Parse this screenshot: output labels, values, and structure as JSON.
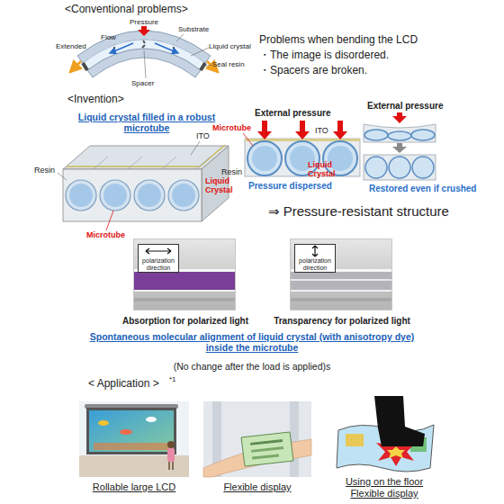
{
  "diagram": {
    "nodes": [
      {
        "text": [
          "Absorption for polarized light"
        ]
      },
      {
        "text": [
          "polarization direction"
        ],
        "in": 0
      },
      {
        "text": [
          "Transparency for polarized light"
        ]
      },
      {
        "text": [
          "polarization direction"
        ],
        "in": 2
      },
      {
        "text": [
          "Rollable large LCD"
        ]
      },
      {
        "text": [
          "Flexible display"
        ]
      },
      {
        "text": [
          "Using on the floor Flexible display"
        ]
      }
    ],
    "labels": [
      "<Conventional problems>",
      "Pressure",
      "Flow",
      "Extended",
      "Substrate",
      "Liquid crystal",
      "Seal resin",
      "Spacer",
      "Problems when bending the LCD",
      "・The image is disordered.",
      "・Spacers are broken.",
      "<Invention>",
      "Liquid crystal filled in a robust microtube",
      "Resin",
      "ITO",
      "Liquid Crystal",
      "Microtube",
      "External pressure",
      "Microtube",
      "ITO",
      "Liquid Crystal",
      "Resin",
      "Pressure dispersed",
      "External pressure",
      "Restored even if crushed",
      "⇒ Pressure-resistant structure",
      "Spontaneous molecular alignment of liquid crystal (with anisotropy dye) inside the microtube",
      "(No change after the load is applied)s",
      "< Application >",
      "*1"
    ]
  }
}
